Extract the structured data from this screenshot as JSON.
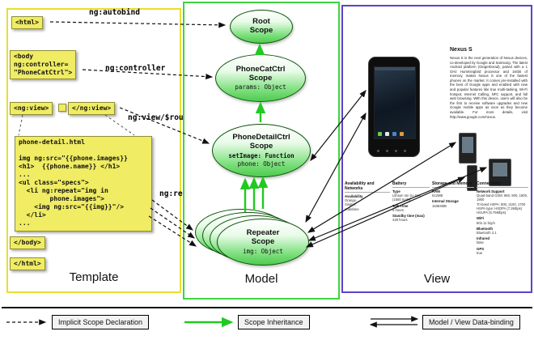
{
  "panels": {
    "template": {
      "label": "Template"
    },
    "model": {
      "label": "Model"
    },
    "view": {
      "label": "View"
    }
  },
  "template": {
    "autobind_label": "ng:autobind",
    "controller_label": "ng:controller",
    "view_route_label": "ng:view/$route",
    "repeat_label": "ng:repeat",
    "html_open": "<html>",
    "body_open": "<body\nng:controller=\n\"PhoneCatCtrl\">",
    "ngview_open": "<ng:view>",
    "ngview_close": "</ng:view>",
    "code": "phone-detail.html\n\nimg ng:src=\"{{phone.images}}\n<h1>  {{phone.name}} </h1>\n...\n<ul class=\"specs\">\n  <li ng:repeat=\"img in\n        phone.images\">\n    <img ng:src=\"{{img}}\"/>\n  </li>\n...",
    "body_close": "</body>",
    "html_close": "</html>"
  },
  "model": {
    "root_scope": {
      "title": "Root\nScope"
    },
    "phonecat_scope": {
      "title": "PhoneCatCtrl\nScope",
      "prop": "params: Object"
    },
    "phonedetail_scope": {
      "title": "PhoneDetailCtrl\nScope",
      "prop_setimage": "setImage: Function",
      "prop_phone": "phone: Object"
    },
    "repeater_scope": {
      "title": "Repeater\nScope",
      "prop": "img: Object"
    }
  },
  "view": {
    "product_name": "Nexus S",
    "description": "Nexus S is the next generation of Nexus devices, co-developed by Google and Samsung. The latest Android platform (Gingerbread), paired with a 1 GHz Hummingbird processor and 16GB of memory, makes Nexus S one of the fastest phones on the market. It comes pre-installed with the best of Google apps and enabled with new and popular features like true multi-tasking, Wi-Fi hotspot, Internet Calling, NFC support, and full web browsing. With this device, users will also be the first to receive software upgrades and new Google mobile apps as soon as they become available. For more details, visit http://www.google.com/nexus.",
    "specs": {
      "columns": [
        {
          "header": "Availability and Networks",
          "items": [
            {
              "label": "Availability",
              "value": "Orange,\nSingtel,\nVodafone"
            }
          ]
        },
        {
          "header": "Battery",
          "items": [
            {
              "label": "Type",
              "value": "Lithium Ion (Li-Ion) (1500 mAh)"
            },
            {
              "label": "Talk Time",
              "value": "6 hours"
            },
            {
              "label": "Standby time (max)",
              "value": "428 hours"
            }
          ]
        },
        {
          "header": "Storage and Memory",
          "items": [
            {
              "label": "RAM",
              "value": "512MB"
            },
            {
              "label": "Internal Storage",
              "value": "16384MB"
            }
          ]
        },
        {
          "header": "Connectivity",
          "items": [
            {
              "label": "Network Support",
              "value": "Quad-band GSM: 850, 900, 1800, 1900\nTri-band HSPA: 900, 2100, 1700\nHSPA type: HSDPA (7.2Mbps) HSUPA (5.76Mbps)"
            },
            {
              "label": "WiFi",
              "value": "802.11 b/g/n"
            },
            {
              "label": "Bluetooth",
              "value": "Bluetooth 2.1"
            },
            {
              "label": "Infrared",
              "value": "false"
            },
            {
              "label": "GPS",
              "value": "true"
            }
          ]
        }
      ]
    }
  },
  "legend": {
    "implicit": "Implicit Scope Declaration",
    "inheritance": "Scope Inheritance",
    "binding": "Model / View Data-binding"
  }
}
